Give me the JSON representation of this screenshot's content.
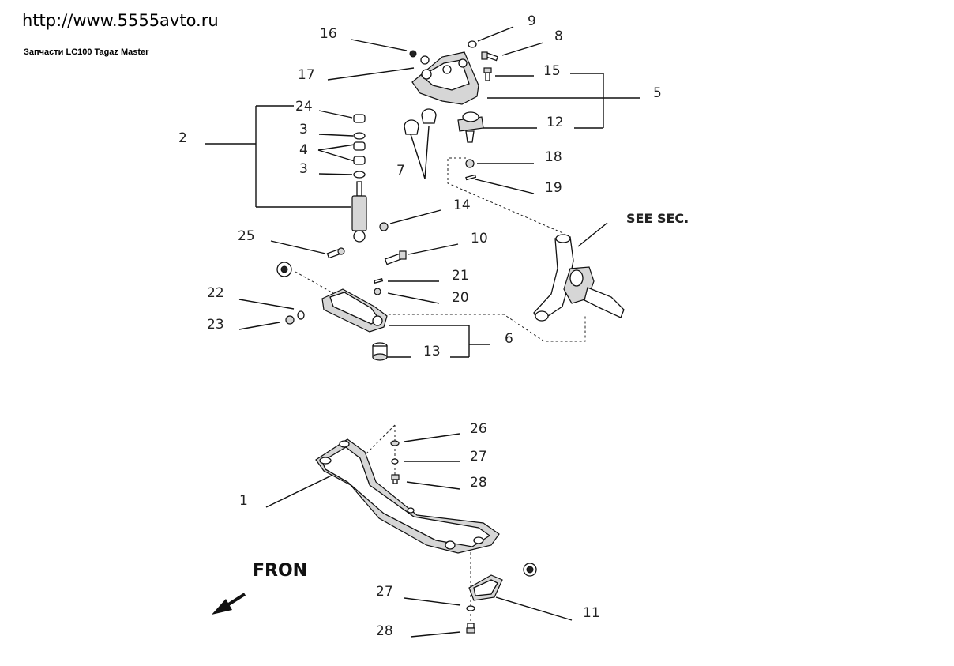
{
  "header": {
    "url": "http://www.5555avto.ru",
    "subtitle": "Запчасти LC100 Tagaz Master"
  },
  "callouts": {
    "c1": "1",
    "c2": "2",
    "c3a": "3",
    "c3b": "3",
    "c4": "4",
    "c5": "5",
    "c6": "6",
    "c7": "7",
    "c8": "8",
    "c9": "9",
    "c10": "10",
    "c11": "11",
    "c12": "12",
    "c13": "13",
    "c14": "14",
    "c15": "15",
    "c16": "16",
    "c17": "17",
    "c18": "18",
    "c19": "19",
    "c20": "20",
    "c21": "21",
    "c22": "22",
    "c23": "23",
    "c24": "24",
    "c25": "25",
    "c26": "26",
    "c27a": "27",
    "c27b": "27",
    "c28a": "28",
    "c28b": "28"
  },
  "notes": {
    "see_section": "SEE SEC.",
    "front": "FRON"
  }
}
